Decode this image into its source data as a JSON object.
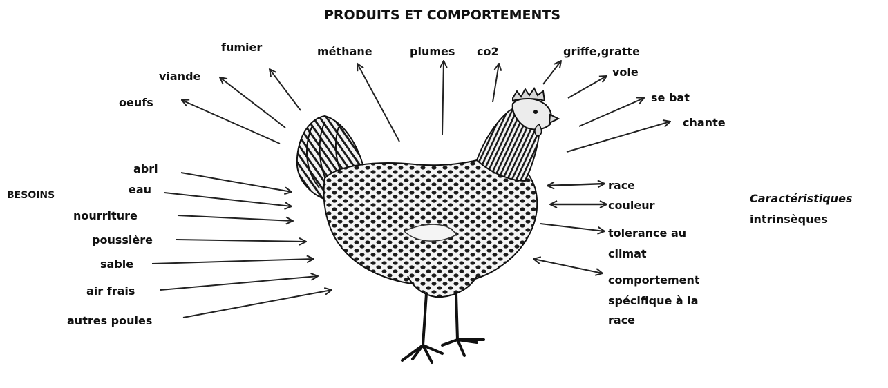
{
  "title": "PRODUITS ET COMPORTEMENTS",
  "sections": {
    "needs": "BESOINS",
    "characteristics_line1": "Caractéristiques",
    "characteristics_line2": "intrinsèques"
  },
  "products": {
    "oeufs": "oeufs",
    "viande": "viande",
    "fumier": "fumier",
    "methane": "méthane",
    "plumes": "plumes",
    "co2": "co2",
    "griffe": "griffe,gratte",
    "vole": "vole",
    "sebat": "se bat",
    "chante": "chante"
  },
  "needs": {
    "abri": "abri",
    "eau": "eau",
    "nourriture": "nourriture",
    "poussiere": "poussière",
    "sable": "sable",
    "airfrais": "air frais",
    "autres": "autres poules"
  },
  "traits": {
    "race": "race",
    "couleur": "couleur",
    "tolerance1": "tolerance au",
    "tolerance2": "climat",
    "comportement1": "comportement",
    "comportement2": "spécifique à la",
    "comportement3": "race"
  }
}
